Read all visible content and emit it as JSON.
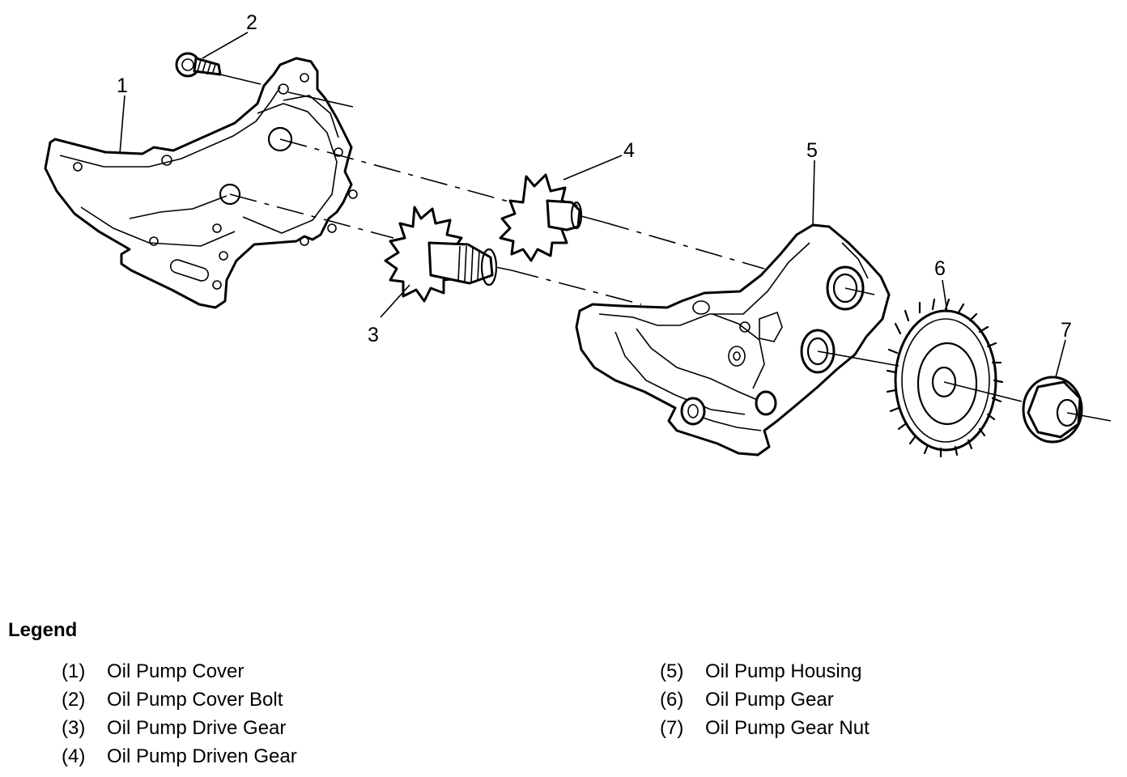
{
  "diagram": {
    "callouts": [
      {
        "id": "1",
        "label": "1"
      },
      {
        "id": "2",
        "label": "2"
      },
      {
        "id": "3",
        "label": "3"
      },
      {
        "id": "4",
        "label": "4"
      },
      {
        "id": "5",
        "label": "5"
      },
      {
        "id": "6",
        "label": "6"
      },
      {
        "id": "7",
        "label": "7"
      }
    ]
  },
  "legend": {
    "title": "Legend",
    "left_items": [
      {
        "num": "(1)",
        "text": "Oil Pump Cover"
      },
      {
        "num": "(2)",
        "text": "Oil Pump Cover Bolt"
      },
      {
        "num": "(3)",
        "text": "Oil Pump Drive Gear"
      },
      {
        "num": "(4)",
        "text": "Oil Pump Driven Gear"
      }
    ],
    "right_items": [
      {
        "num": "(5)",
        "text": "Oil Pump Housing"
      },
      {
        "num": "(6)",
        "text": "Oil Pump Gear"
      },
      {
        "num": "(7)",
        "text": "Oil Pump Gear Nut"
      }
    ]
  }
}
